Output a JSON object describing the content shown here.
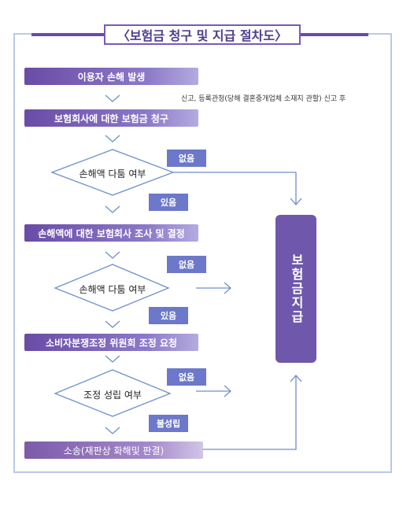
{
  "title": "〈보험금 청구 및 지급 절차도〉",
  "steps": {
    "step1": "이용자 손해 발생",
    "step2": "보험회사에 대한 보험금 청구",
    "step3": "손해액에 대한 보험회사 조사 및 결정",
    "step4": "소비자분쟁조정 위원회 조정 요청",
    "step5": "소송(재판상 화해및 판결)"
  },
  "note": "신고, 등록관청(당해 결혼중개업체 소재지 관할) 신고 후",
  "decisions": {
    "d1": "손해액 다툼 여부",
    "d2": "손해액 다툼 여부",
    "d3": "조정 성립 여부"
  },
  "tags": {
    "none1": "없음",
    "yes1": "있음",
    "none2": "없음",
    "yes2": "있음",
    "none3": "없음",
    "fail": "불성립"
  },
  "payout": "보험금지급",
  "colors": {
    "primary": "#6a4ba6",
    "tag": "#6c78c9",
    "frame": "#b9c8ec",
    "payout": "#6f58ab"
  }
}
